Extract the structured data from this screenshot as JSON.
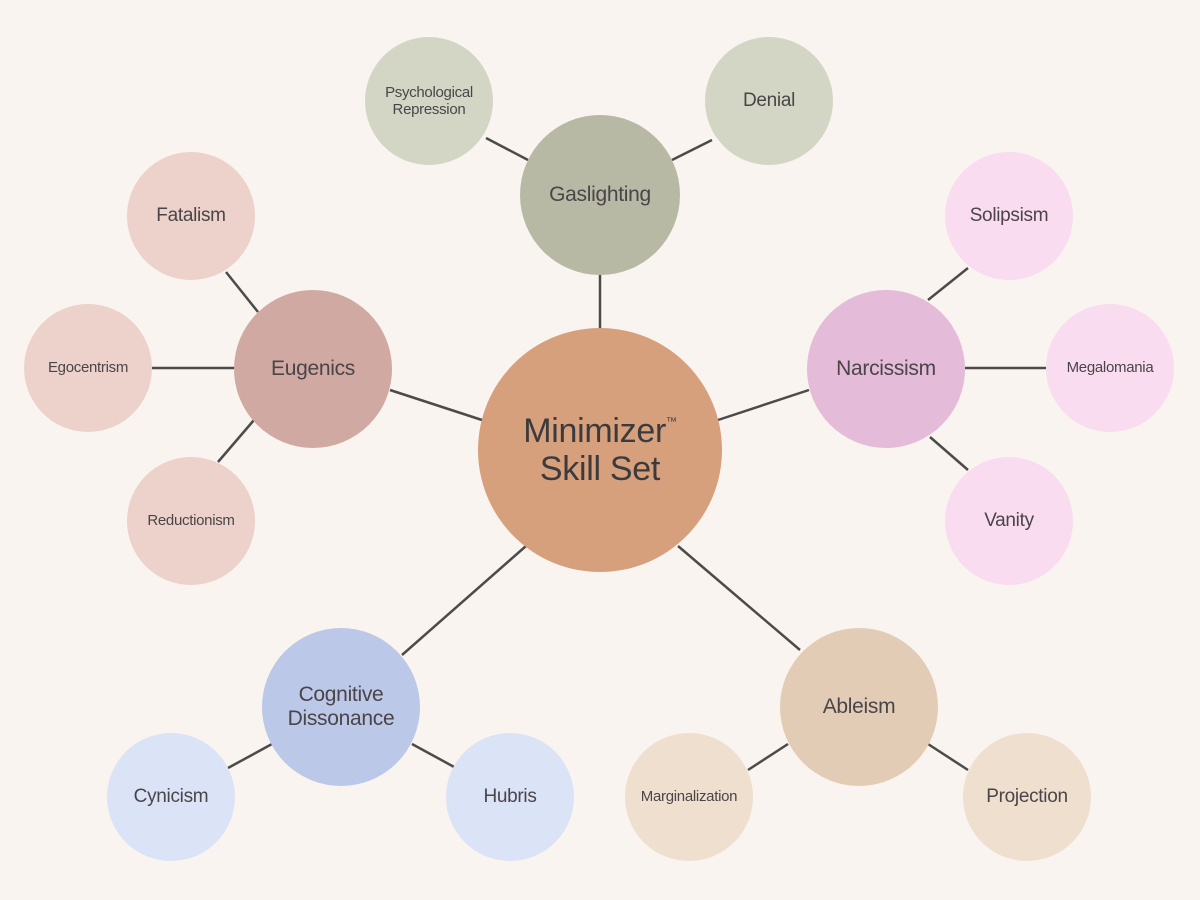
{
  "center": {
    "line1": "Minimizer",
    "tm": "™",
    "line2": "Skill Set",
    "color": "#d6a07c"
  },
  "hubs": {
    "gaslighting": {
      "label": "Gaslighting",
      "color": "#b8b9a4"
    },
    "eugenics": {
      "label": "Eugenics",
      "color": "#d0aaa2"
    },
    "narcissism": {
      "label": "Narcissism",
      "color": "#e4bbd8"
    },
    "cognitive": {
      "line1": "Cognitive",
      "line2": "Dissonance",
      "color": "#bcc8e8"
    },
    "ableism": {
      "label": "Ableism",
      "color": "#e3ccb5"
    }
  },
  "leaves": {
    "psychological_repression": {
      "line1": "Psychological",
      "line2": "Repression",
      "color": "#d3d6c5"
    },
    "denial": {
      "label": "Denial",
      "color": "#d3d6c5"
    },
    "fatalism": {
      "label": "Fatalism",
      "color": "#ecd2ca"
    },
    "egocentrism": {
      "label": "Egocentrism",
      "color": "#ecd2ca"
    },
    "reductionism": {
      "label": "Reductionism",
      "color": "#ecd2ca"
    },
    "solipsism": {
      "label": "Solipsism",
      "color": "#f9dcef"
    },
    "megalomania": {
      "label": "Megalomania",
      "color": "#f9dcef"
    },
    "vanity": {
      "label": "Vanity",
      "color": "#f9dcef"
    },
    "cynicism": {
      "label": "Cynicism",
      "color": "#dbe3f6"
    },
    "hubris": {
      "label": "Hubris",
      "color": "#dbe3f6"
    },
    "marginalization": {
      "label": "Marginalization",
      "color": "#efdfcf"
    },
    "projection": {
      "label": "Projection",
      "color": "#efdfcf"
    }
  },
  "line_color": "#4d4a4a"
}
